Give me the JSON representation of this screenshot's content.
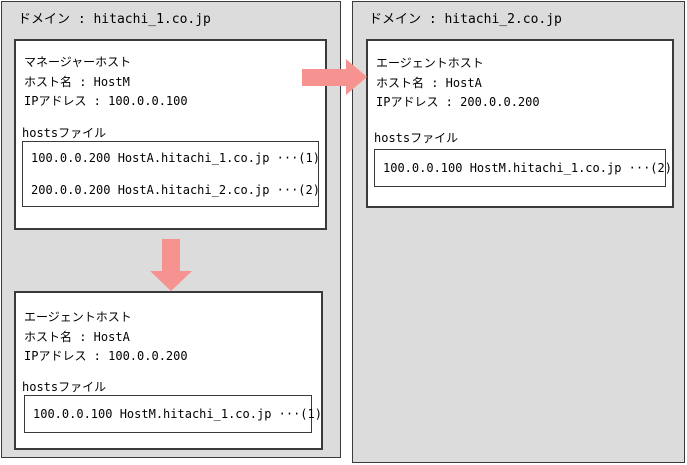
{
  "diagram": {
    "left_domain": {
      "title": "ドメイン : hitachi_1.co.jp",
      "manager_host": {
        "role": "マネージャーホスト",
        "host_name": "ホスト名 : HostM",
        "ip_address": "IPアドレス : 100.0.0.100",
        "hosts_file_label": "hostsファイル",
        "hosts_entries": [
          "100.0.0.200 HostA.hitachi_1.co.jp ···(1)",
          "200.0.0.200 HostA.hitachi_2.co.jp ···(2)"
        ]
      },
      "agent_host": {
        "role": "エージェントホスト",
        "host_name": "ホスト名 : HostA",
        "ip_address": "IPアドレス : 100.0.0.200",
        "hosts_file_label": "hostsファイル",
        "hosts_entries": [
          "100.0.0.100 HostM.hitachi_1.co.jp ···(1)"
        ]
      }
    },
    "right_domain": {
      "title": "ドメイン : hitachi_2.co.jp",
      "agent_host": {
        "role": "エージェントホスト",
        "host_name": "ホスト名 : HostA",
        "ip_address": "IPアドレス : 200.0.0.200",
        "hosts_file_label": "hostsファイル",
        "hosts_entries": [
          "100.0.0.100 HostM.hitachi_1.co.jp ···(2)"
        ]
      }
    },
    "arrows": [
      {
        "icon": "right-arrow-icon",
        "direction": "right",
        "from": "manager-host",
        "to": "agent-host-remote"
      },
      {
        "icon": "down-arrow-icon",
        "direction": "down",
        "from": "manager-host",
        "to": "agent-host-local"
      }
    ],
    "colors": {
      "arrow": "#f6928f",
      "domain_background": "#dcdcdc",
      "host_box_background": "#ffffff",
      "border": "#3a3a3a",
      "text": "#000000"
    }
  }
}
